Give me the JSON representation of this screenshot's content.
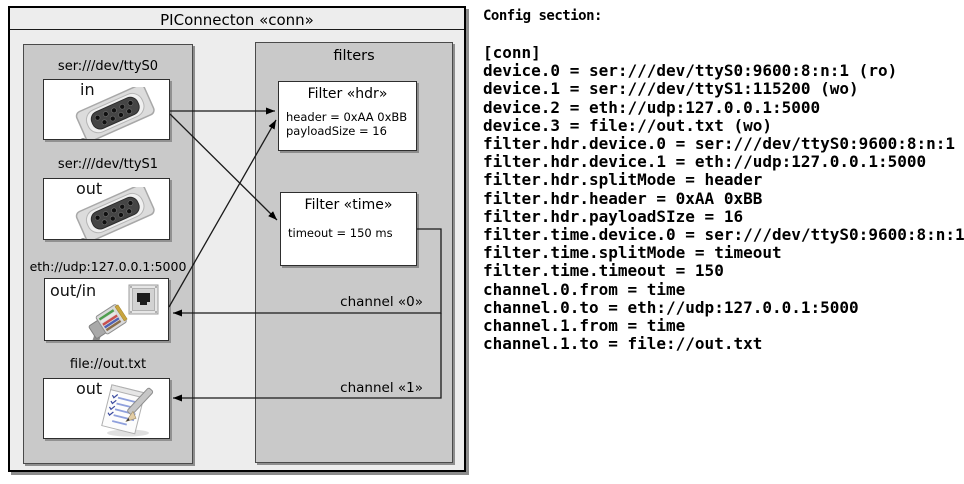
{
  "diagram": {
    "title": "PIConnecton «conn»",
    "filters_title": "filters",
    "devices": [
      {
        "label": "ser:///dev/ttyS0",
        "direction": "in",
        "icon": "serial-connector-icon"
      },
      {
        "label": "ser:///dev/ttyS1",
        "direction": "out",
        "icon": "serial-connector-icon"
      },
      {
        "label": "eth://udp:127.0.0.1:5000",
        "direction": "out/in",
        "icon": "ethernet-icon"
      },
      {
        "label": "file://out.txt",
        "direction": "out",
        "icon": "notepad-icon"
      }
    ],
    "filters": [
      {
        "title": "Filter «hdr»",
        "properties": [
          "header = 0xAA 0xBB",
          "payloadSize = 16"
        ]
      },
      {
        "title": "Filter «time»",
        "properties": [
          "timeout = 150 ms"
        ]
      }
    ],
    "channels": [
      {
        "label": "channel «0»"
      },
      {
        "label": "channel «1»"
      }
    ],
    "connections": [
      {
        "from": "ser:///dev/ttyS0 (in)",
        "to": "Filter «hdr»"
      },
      {
        "from": "ser:///dev/ttyS0 (in)",
        "to": "Filter «time»"
      },
      {
        "from": "eth://udp:127.0.0.1:5000 (out/in)",
        "to": "Filter «hdr»"
      },
      {
        "from": "Filter «time»",
        "to": "eth://udp:127.0.0.1:5000",
        "channel": "channel «0»"
      },
      {
        "from": "Filter «time»",
        "to": "file://out.txt",
        "channel": "channel «1»"
      }
    ]
  },
  "config": {
    "heading": "Config section:",
    "lines": [
      "[conn]",
      "device.0 = ser:///dev/ttyS0:9600:8:n:1 (ro)",
      "device.1 = ser:///dev/ttyS1:115200 (wo)",
      "device.2 = eth://udp:127.0.0.1:5000",
      "device.3 = file://out.txt (wo)",
      "filter.hdr.device.0 = ser:///dev/ttyS0:9600:8:n:1",
      "filter.hdr.device.1 = eth://udp:127.0.0.1:5000",
      "filter.hdr.splitMode = header",
      "filter.hdr.header = 0xAA 0xBB",
      "filter.hdr.payloadSIze = 16",
      "filter.time.device.0 = ser:///dev/ttyS0:9600:8:n:1",
      "filter.time.splitMode = timeout",
      "filter.time.timeout = 150",
      "channel.0.from = time",
      "channel.0.to = eth://udp:127.0.0.1:5000",
      "channel.1.from = time",
      "channel.1.to = file://out.txt"
    ]
  },
  "colors": {
    "outer_fill": "#ededed",
    "panel_fill": "#c9c9c9",
    "box_fill": "#ffffff",
    "line": "#1a1a1a"
  }
}
